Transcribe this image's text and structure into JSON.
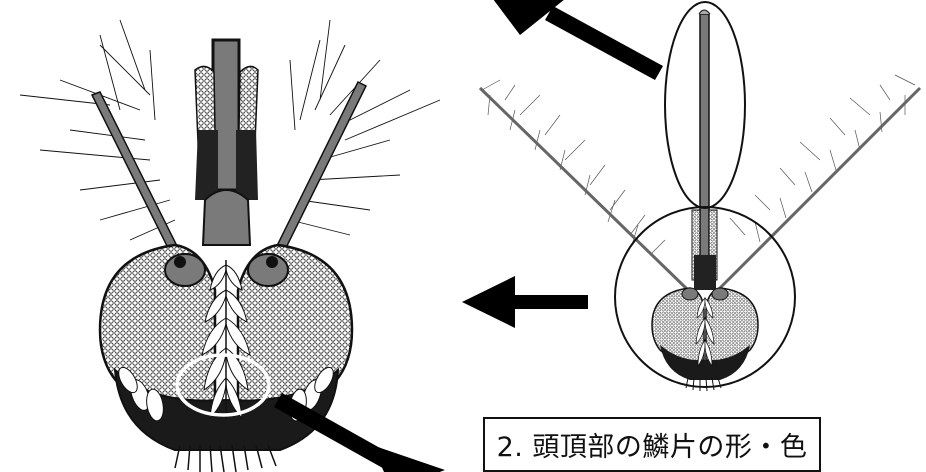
{
  "caption": "2. 頭頂部の鱗片の形・色",
  "colors": {
    "ink": "#111111",
    "body_gray": "#7a7a7a",
    "eye_white": "#ffffff",
    "arrow": "#000000"
  },
  "icons": [
    "mosquito-head-closeup",
    "mosquito-head-overview",
    "arrow"
  ]
}
